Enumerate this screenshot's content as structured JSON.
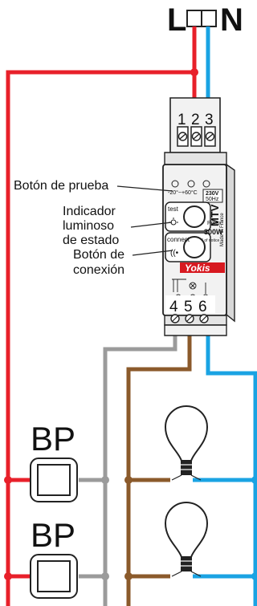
{
  "supply": {
    "line_label": "L",
    "neutral_label": "N"
  },
  "device": {
    "brand": "Yokis",
    "model": "MTV",
    "made_in": "Made in France",
    "top_terminals": [
      "1",
      "2",
      "3"
    ],
    "bottom_terminals": [
      "4",
      "5",
      "6"
    ],
    "voltage": "230V",
    "frequency": "50Hz",
    "temp_range": "-20°~+60°C",
    "btn_test": "test",
    "btn_connect": "connect",
    "power_label": "Pmax",
    "power_value": "300W",
    "power_note": "* of notice"
  },
  "annotations": {
    "test_button": "Botón de prueba",
    "status_led": [
      "Indicador",
      "luminoso",
      "de estado"
    ],
    "connect_button": [
      "Botón de",
      "conexión"
    ]
  },
  "pushbuttons": [
    {
      "label": "BP"
    },
    {
      "label": "BP"
    }
  ],
  "colors": {
    "line": "#e8202a",
    "neutral": "#1aa3e3",
    "control": "#9b9b9b",
    "switched": "#8b5a2b",
    "device_body": "#f2f2f2",
    "brand": "#d71920"
  }
}
